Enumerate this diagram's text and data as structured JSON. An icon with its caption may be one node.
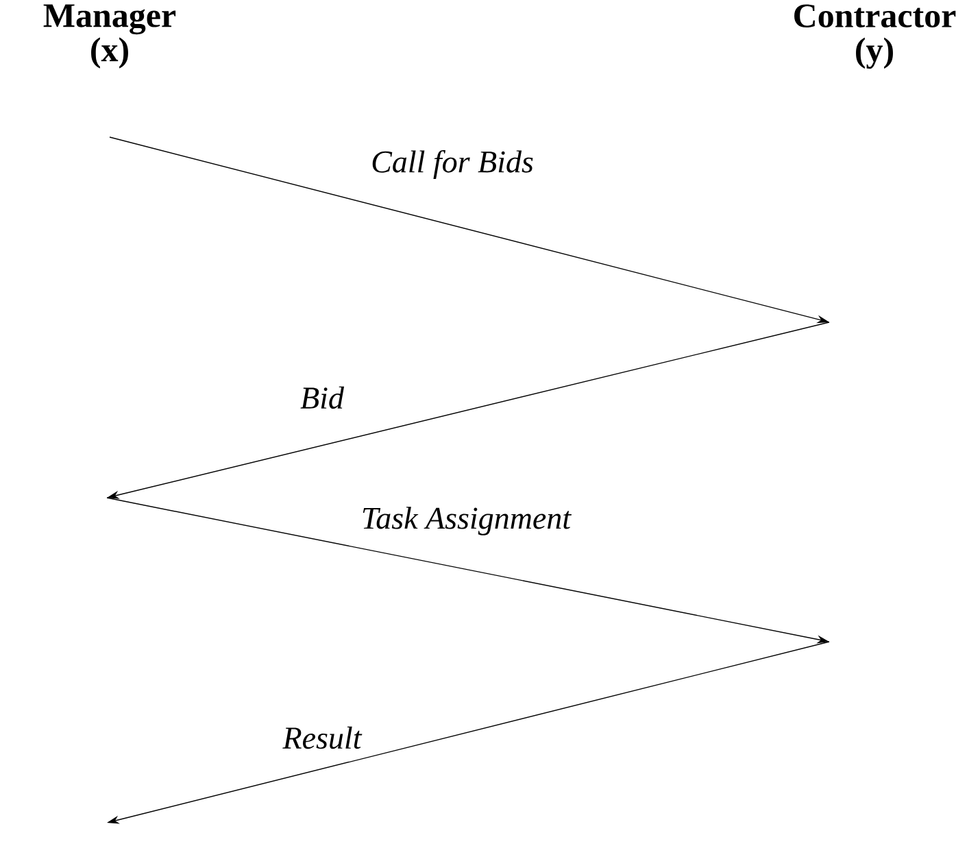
{
  "diagram": {
    "labels": [
      "Manager (x)",
      "Contractor (y)",
      "Call for Bids",
      "Bid",
      "Task Assignment",
      "Result"
    ]
  }
}
